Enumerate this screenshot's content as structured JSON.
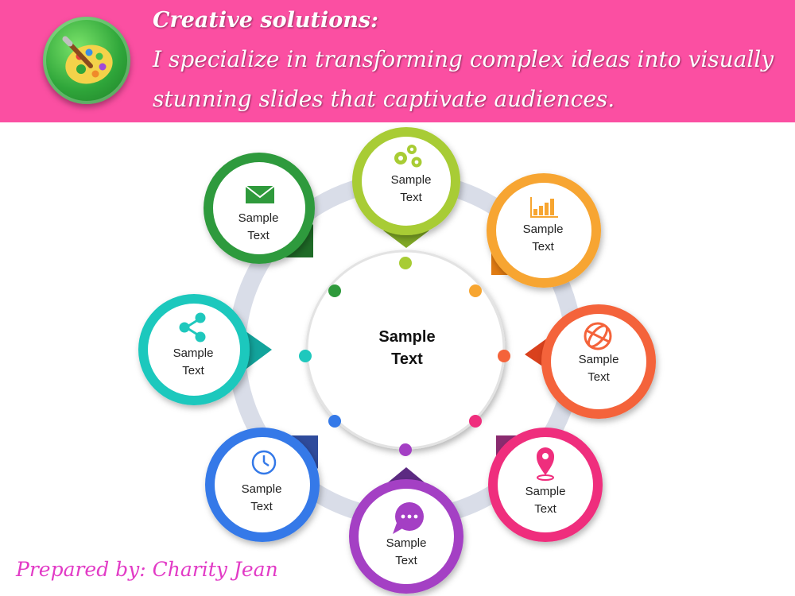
{
  "banner": {
    "title": "Creative solutions:",
    "line_1": "I specialize in transforming complex ideas into visually",
    "line_2": "stunning slides that captivate audiences.",
    "background_color": "#fb4fa2",
    "icon": "paint-palette-icon"
  },
  "diagram": {
    "center_line_1": "Sample",
    "center_line_2": "Text",
    "nodes": [
      {
        "id": "top",
        "icon": "gears-icon",
        "color": "#a8cc34",
        "line_1": "Sample",
        "line_2": "Text"
      },
      {
        "id": "top-right",
        "icon": "bar-chart-icon",
        "color": "#f7a530",
        "line_1": "Sample",
        "line_2": "Text"
      },
      {
        "id": "right",
        "icon": "globe-icon",
        "color": "#f4633a",
        "line_1": "Sample",
        "line_2": "Text"
      },
      {
        "id": "bottom-right",
        "icon": "location-pin-icon",
        "color": "#ef2e7d",
        "line_1": "Sample",
        "line_2": "Text"
      },
      {
        "id": "bottom",
        "icon": "chat-bubble-icon",
        "color": "#a43fc4",
        "line_1": "Sample",
        "line_2": "Text"
      },
      {
        "id": "bottom-left",
        "icon": "clock-icon",
        "color": "#3479e8",
        "line_1": "Sample",
        "line_2": "Text"
      },
      {
        "id": "left",
        "icon": "share-icon",
        "color": "#1fc8bd",
        "line_1": "Sample",
        "line_2": "Text"
      },
      {
        "id": "top-left",
        "icon": "envelope-icon",
        "color": "#2f9a3c",
        "line_1": "Sample",
        "line_2": "Text"
      }
    ]
  },
  "footer": {
    "credit": "Prepared by: Charity Jean",
    "color": "#e23bc6"
  }
}
